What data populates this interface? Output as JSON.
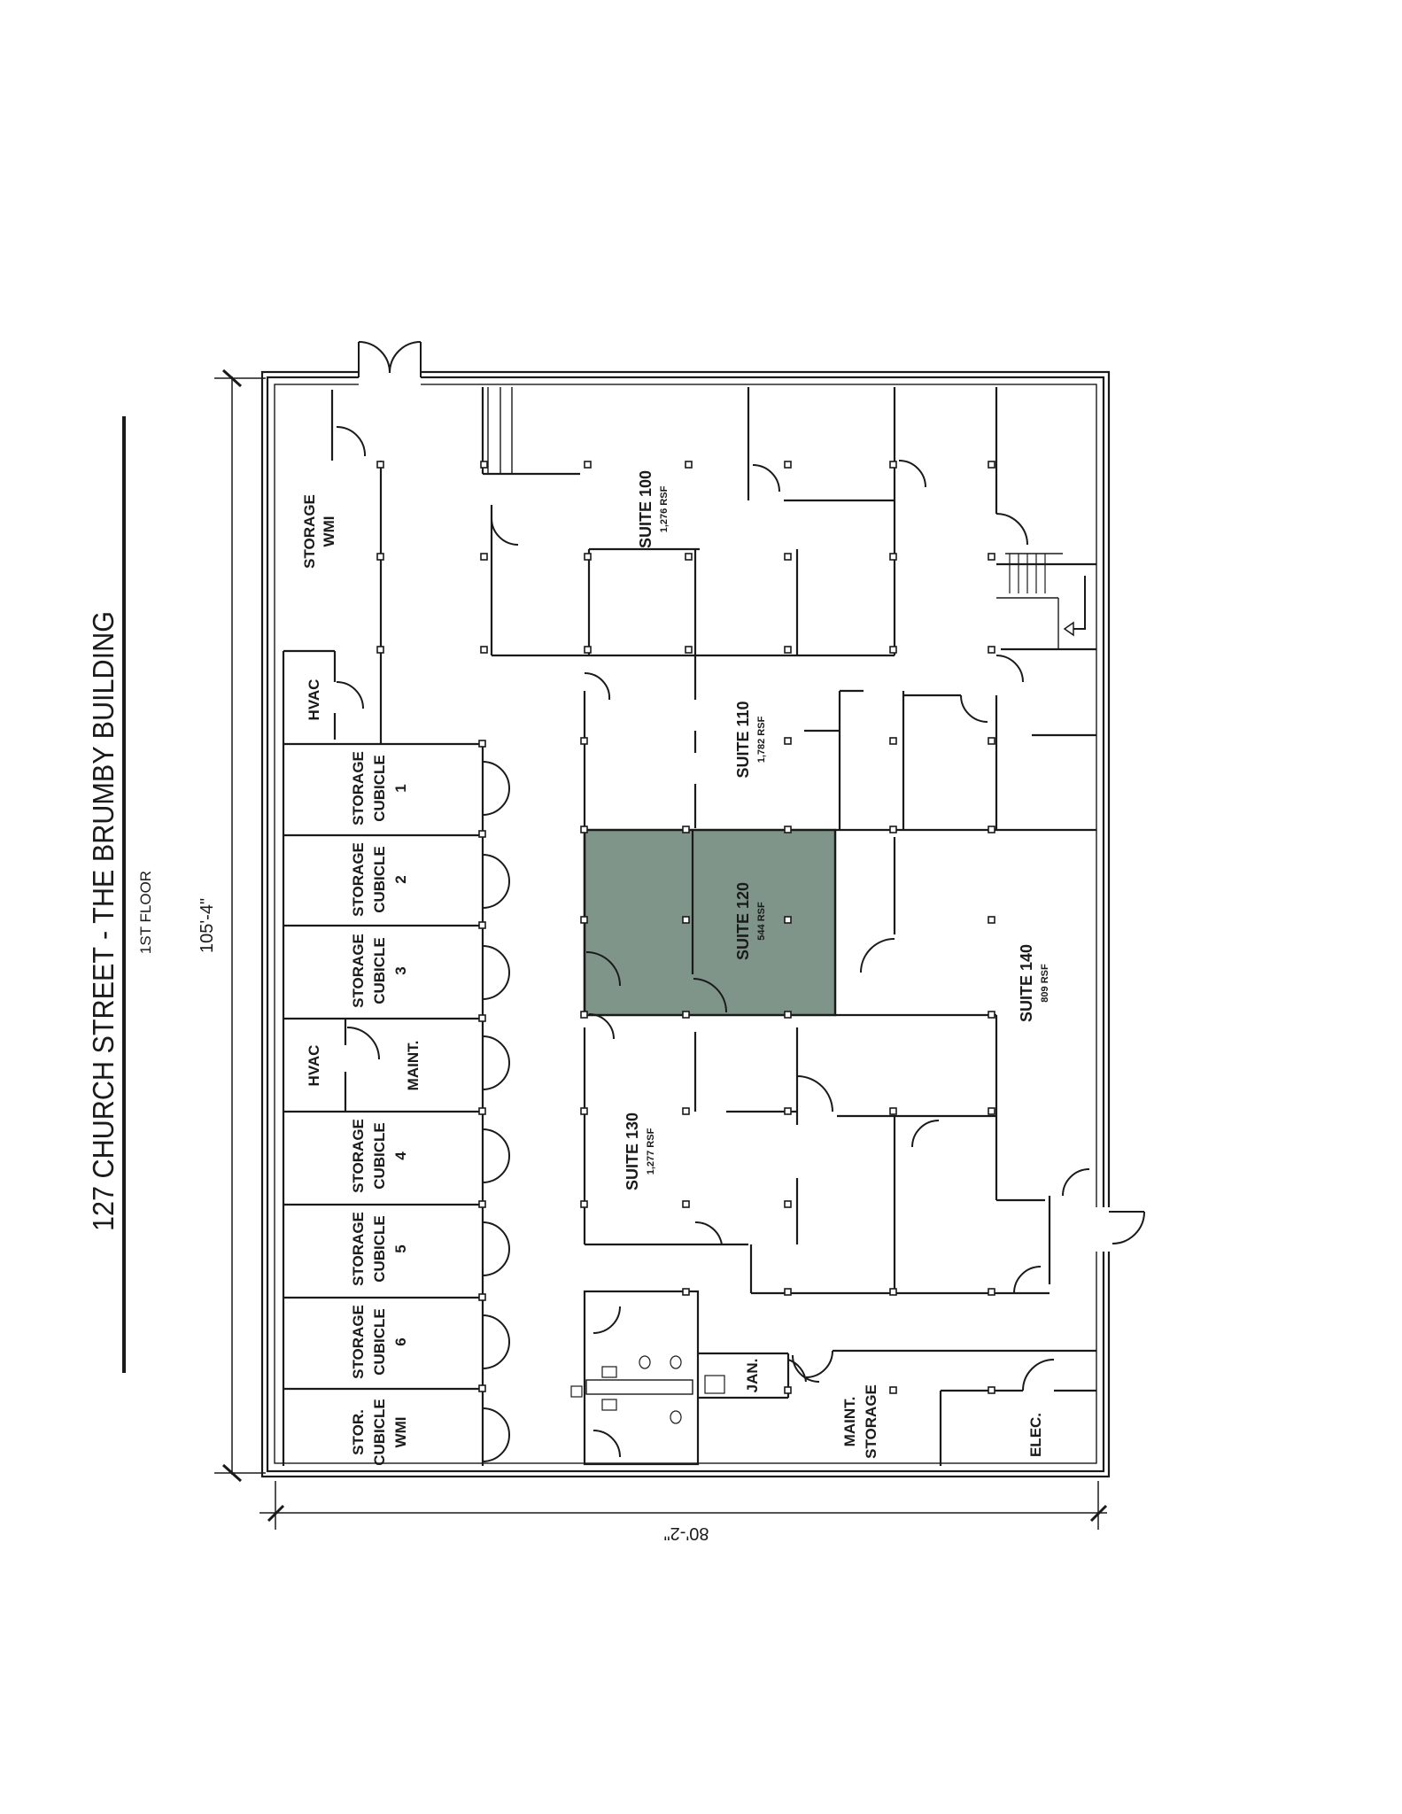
{
  "title": {
    "building": "127 CHURCH STREET - THE BRUMBY BUILDING",
    "floor": "1ST FLOOR"
  },
  "dimensions": {
    "length": "105'-4\"",
    "width": "80'-2\""
  },
  "colors": {
    "highlight": "#7f958a",
    "line": "#1a1a1a",
    "background": "#ffffff"
  },
  "suites": [
    {
      "id": "suite-100",
      "name": "SUITE 100",
      "area": "1,276 RSF",
      "highlighted": false
    },
    {
      "id": "suite-110",
      "name": "SUITE 110",
      "area": "1,782 RSF",
      "highlighted": false
    },
    {
      "id": "suite-120",
      "name": "SUITE 120",
      "area": "544 RSF",
      "highlighted": true
    },
    {
      "id": "suite-130",
      "name": "SUITE 130",
      "area": "1,277 RSF",
      "highlighted": false
    },
    {
      "id": "suite-140",
      "name": "SUITE 140",
      "area": "809 RSF",
      "highlighted": false
    }
  ],
  "rooms": {
    "storage_wmi": {
      "line1": "STORAGE",
      "line2": "WMI"
    },
    "hvac_1": "HVAC",
    "hvac_2": "HVAC",
    "maint": "MAINT.",
    "cubicle_1": {
      "line1": "STORAGE",
      "line2": "CUBICLE",
      "line3": "1"
    },
    "cubicle_2": {
      "line1": "STORAGE",
      "line2": "CUBICLE",
      "line3": "2"
    },
    "cubicle_3": {
      "line1": "STORAGE",
      "line2": "CUBICLE",
      "line3": "3"
    },
    "cubicle_4": {
      "line1": "STORAGE",
      "line2": "CUBICLE",
      "line3": "4"
    },
    "cubicle_5": {
      "line1": "STORAGE",
      "line2": "CUBICLE",
      "line3": "5"
    },
    "cubicle_6": {
      "line1": "STORAGE",
      "line2": "CUBICLE",
      "line3": "6"
    },
    "cubicle_wmi": {
      "line1": "STOR.",
      "line2": "CUBICLE",
      "line3": "WMI"
    },
    "jan": "JAN.",
    "maint_storage": {
      "line1": "MAINT.",
      "line2": "STORAGE"
    },
    "elec": "ELEC."
  }
}
